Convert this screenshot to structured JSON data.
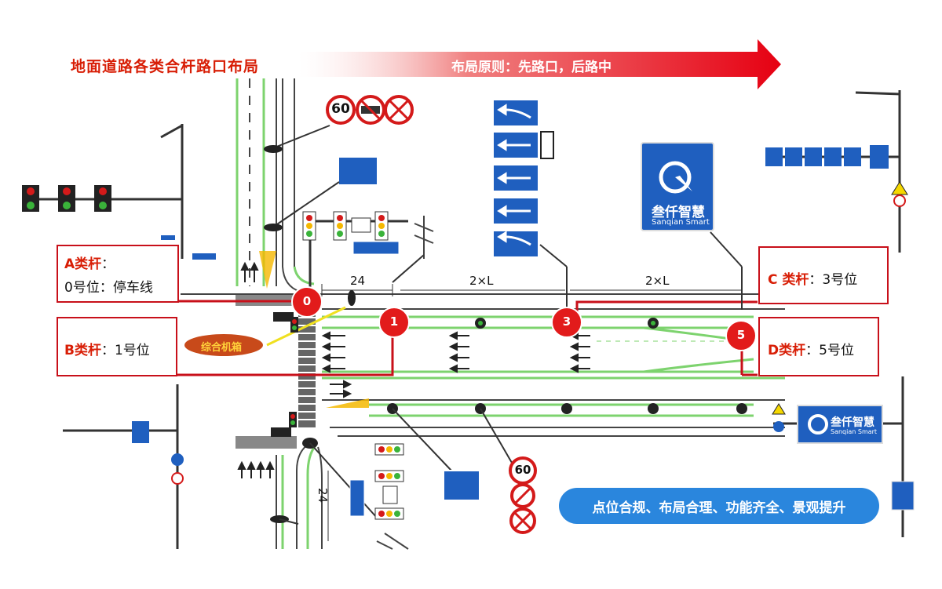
{
  "header": {
    "title": "地面道路各类合杆路口布局",
    "banner": "布局原则：先路口，后路中"
  },
  "categories": [
    {
      "label": "A类杆",
      "sep": "：",
      "line2": "0号位：停车线"
    },
    {
      "label": "B类杆",
      "sep": "：",
      "line2": "1号位"
    },
    {
      "label": "C 类杆",
      "sep": "：",
      "line2": "3号位"
    },
    {
      "label": "D类杆",
      "sep": "：",
      "line2": "5号位"
    }
  ],
  "poles": [
    "0",
    "1",
    "3",
    "5"
  ],
  "distances": [
    "24",
    "2×L",
    "2×L",
    "24"
  ],
  "cabinet": "综合机箱",
  "speed_limit": "60",
  "brand": {
    "name": "叁仟智慧",
    "sub": "Sanqian Smart"
  },
  "footer": "点位合规、布局合理、功能齐全、景观提升",
  "colors": {
    "accent_red": "#d81e06",
    "pill_blue": "#2a86dd",
    "sign_blue": "#1f5fbf",
    "lane_green": "#7dd36e"
  }
}
